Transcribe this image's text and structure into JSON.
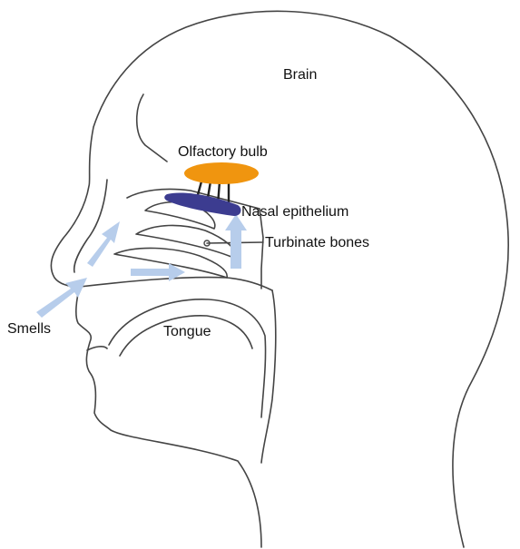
{
  "labels": {
    "brain": "Brain",
    "olfactory_bulb": "Olfactory bulb",
    "nasal_epithelium": "Nasal epithelium",
    "turbinate_bones": "Turbinate bones",
    "smells": "Smells",
    "tongue": "Tongue"
  },
  "colors": {
    "outline": "#444444",
    "olfactory_bulb": "#F0950F",
    "nasal_epithelium": "#3C3C90",
    "airflow_arrows": "#B7CDEB"
  }
}
